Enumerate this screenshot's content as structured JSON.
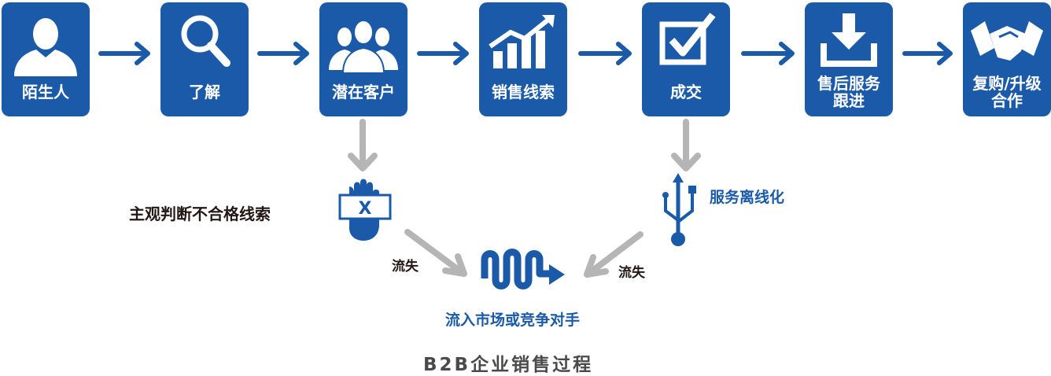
{
  "steps": [
    {
      "label": "陌生人",
      "icon": "person-icon"
    },
    {
      "label": "了解",
      "icon": "magnifier-icon"
    },
    {
      "label": "潜在客户",
      "icon": "people-group-icon"
    },
    {
      "label": "销售线索",
      "icon": "growth-chart-icon"
    },
    {
      "label": "成交",
      "icon": "checkbox-icon"
    },
    {
      "label": "售后服务\n跟进",
      "icon": "download-icon"
    },
    {
      "label": "复购/升级\n合作",
      "icon": "handshake-icon"
    }
  ],
  "branch_left": {
    "label": "主观判断不合格线索",
    "icon": "hand-reject-icon"
  },
  "branch_right": {
    "label": "服务离线化",
    "icon": "usb-icon"
  },
  "loss_left": "流失",
  "loss_right": "流失",
  "outcome": {
    "label": "流入市场或竞争对手",
    "icon": "wave-arrow-icon"
  },
  "caption": "B2B企业销售过程",
  "colors": {
    "primary": "#1b5aa8",
    "gray_arrow": "#b5b5b5",
    "text_dark": "#231815"
  }
}
